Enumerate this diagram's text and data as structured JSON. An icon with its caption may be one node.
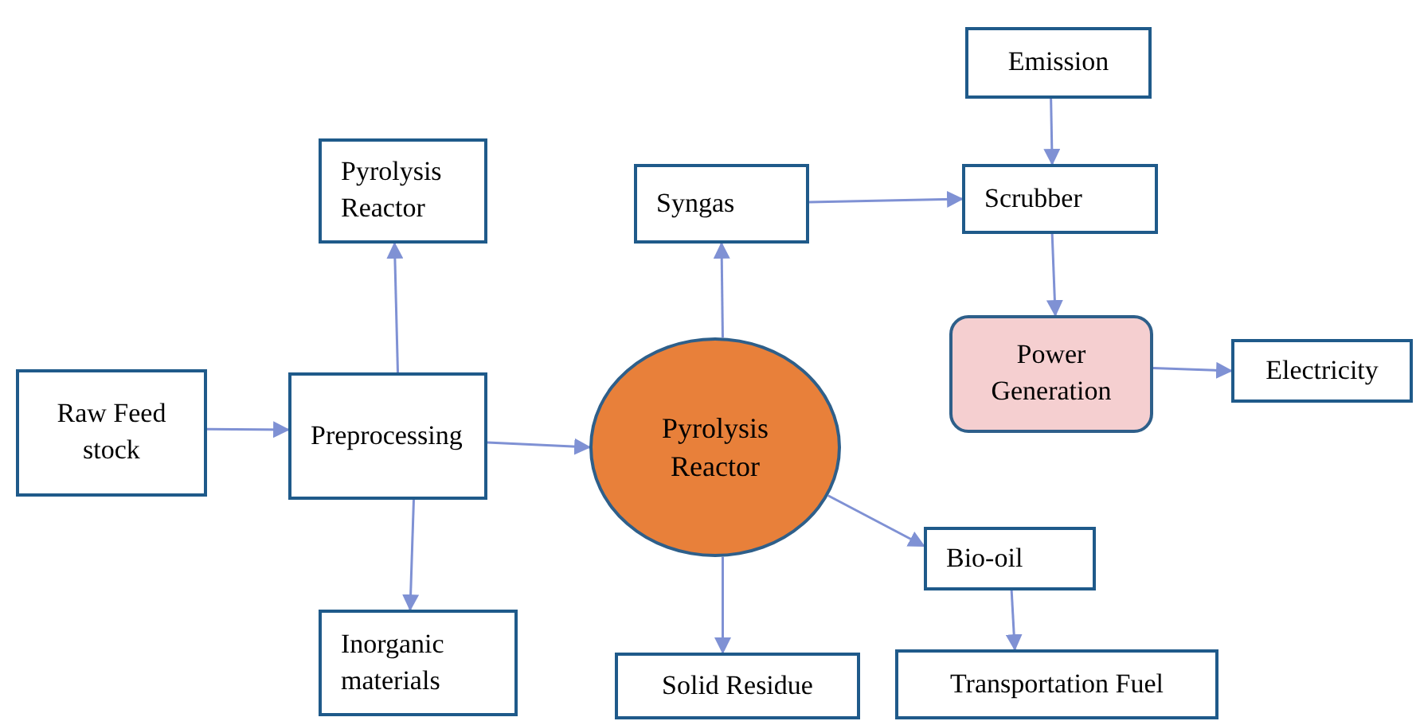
{
  "diagram": {
    "nodes": [
      {
        "text": [
          "Raw Feed stock"
        ]
      },
      {
        "text": [
          "Preprocessing"
        ]
      },
      {
        "text": [
          "Pyrolysis Reactor"
        ]
      },
      {
        "text": [
          "Inorganic materials"
        ]
      },
      {
        "text": [
          "Pyrolysis Reactor"
        ]
      },
      {
        "text": [
          "Syngas"
        ]
      },
      {
        "text": [
          "Emission"
        ]
      },
      {
        "text": [
          "Scrubber"
        ]
      },
      {
        "text": [
          "Power Generation"
        ]
      },
      {
        "text": [
          "Electricity"
        ]
      },
      {
        "text": [
          "Bio-oil"
        ]
      },
      {
        "text": [
          "Solid Residue"
        ]
      },
      {
        "text": [
          "Transportation Fuel"
        ]
      }
    ],
    "edges": [
      {
        "from": 0,
        "to": 1,
        "arrow": "to"
      },
      {
        "from": 1,
        "to": 2,
        "arrow": "to"
      },
      {
        "from": 1,
        "to": 3,
        "arrow": "to"
      },
      {
        "from": 1,
        "to": 4,
        "arrow": "to"
      },
      {
        "from": 4,
        "to": 5,
        "arrow": "to"
      },
      {
        "from": 5,
        "to": 7,
        "arrow": "to"
      },
      {
        "from": 6,
        "to": 7,
        "arrow": "to"
      },
      {
        "from": 7,
        "to": 8,
        "arrow": "to"
      },
      {
        "from": 8,
        "to": 9,
        "arrow": "to"
      },
      {
        "from": 4,
        "to": 10,
        "arrow": "to"
      },
      {
        "from": 4,
        "to": 11,
        "arrow": "to"
      },
      {
        "from": 10,
        "to": 12,
        "arrow": "to"
      }
    ]
  }
}
